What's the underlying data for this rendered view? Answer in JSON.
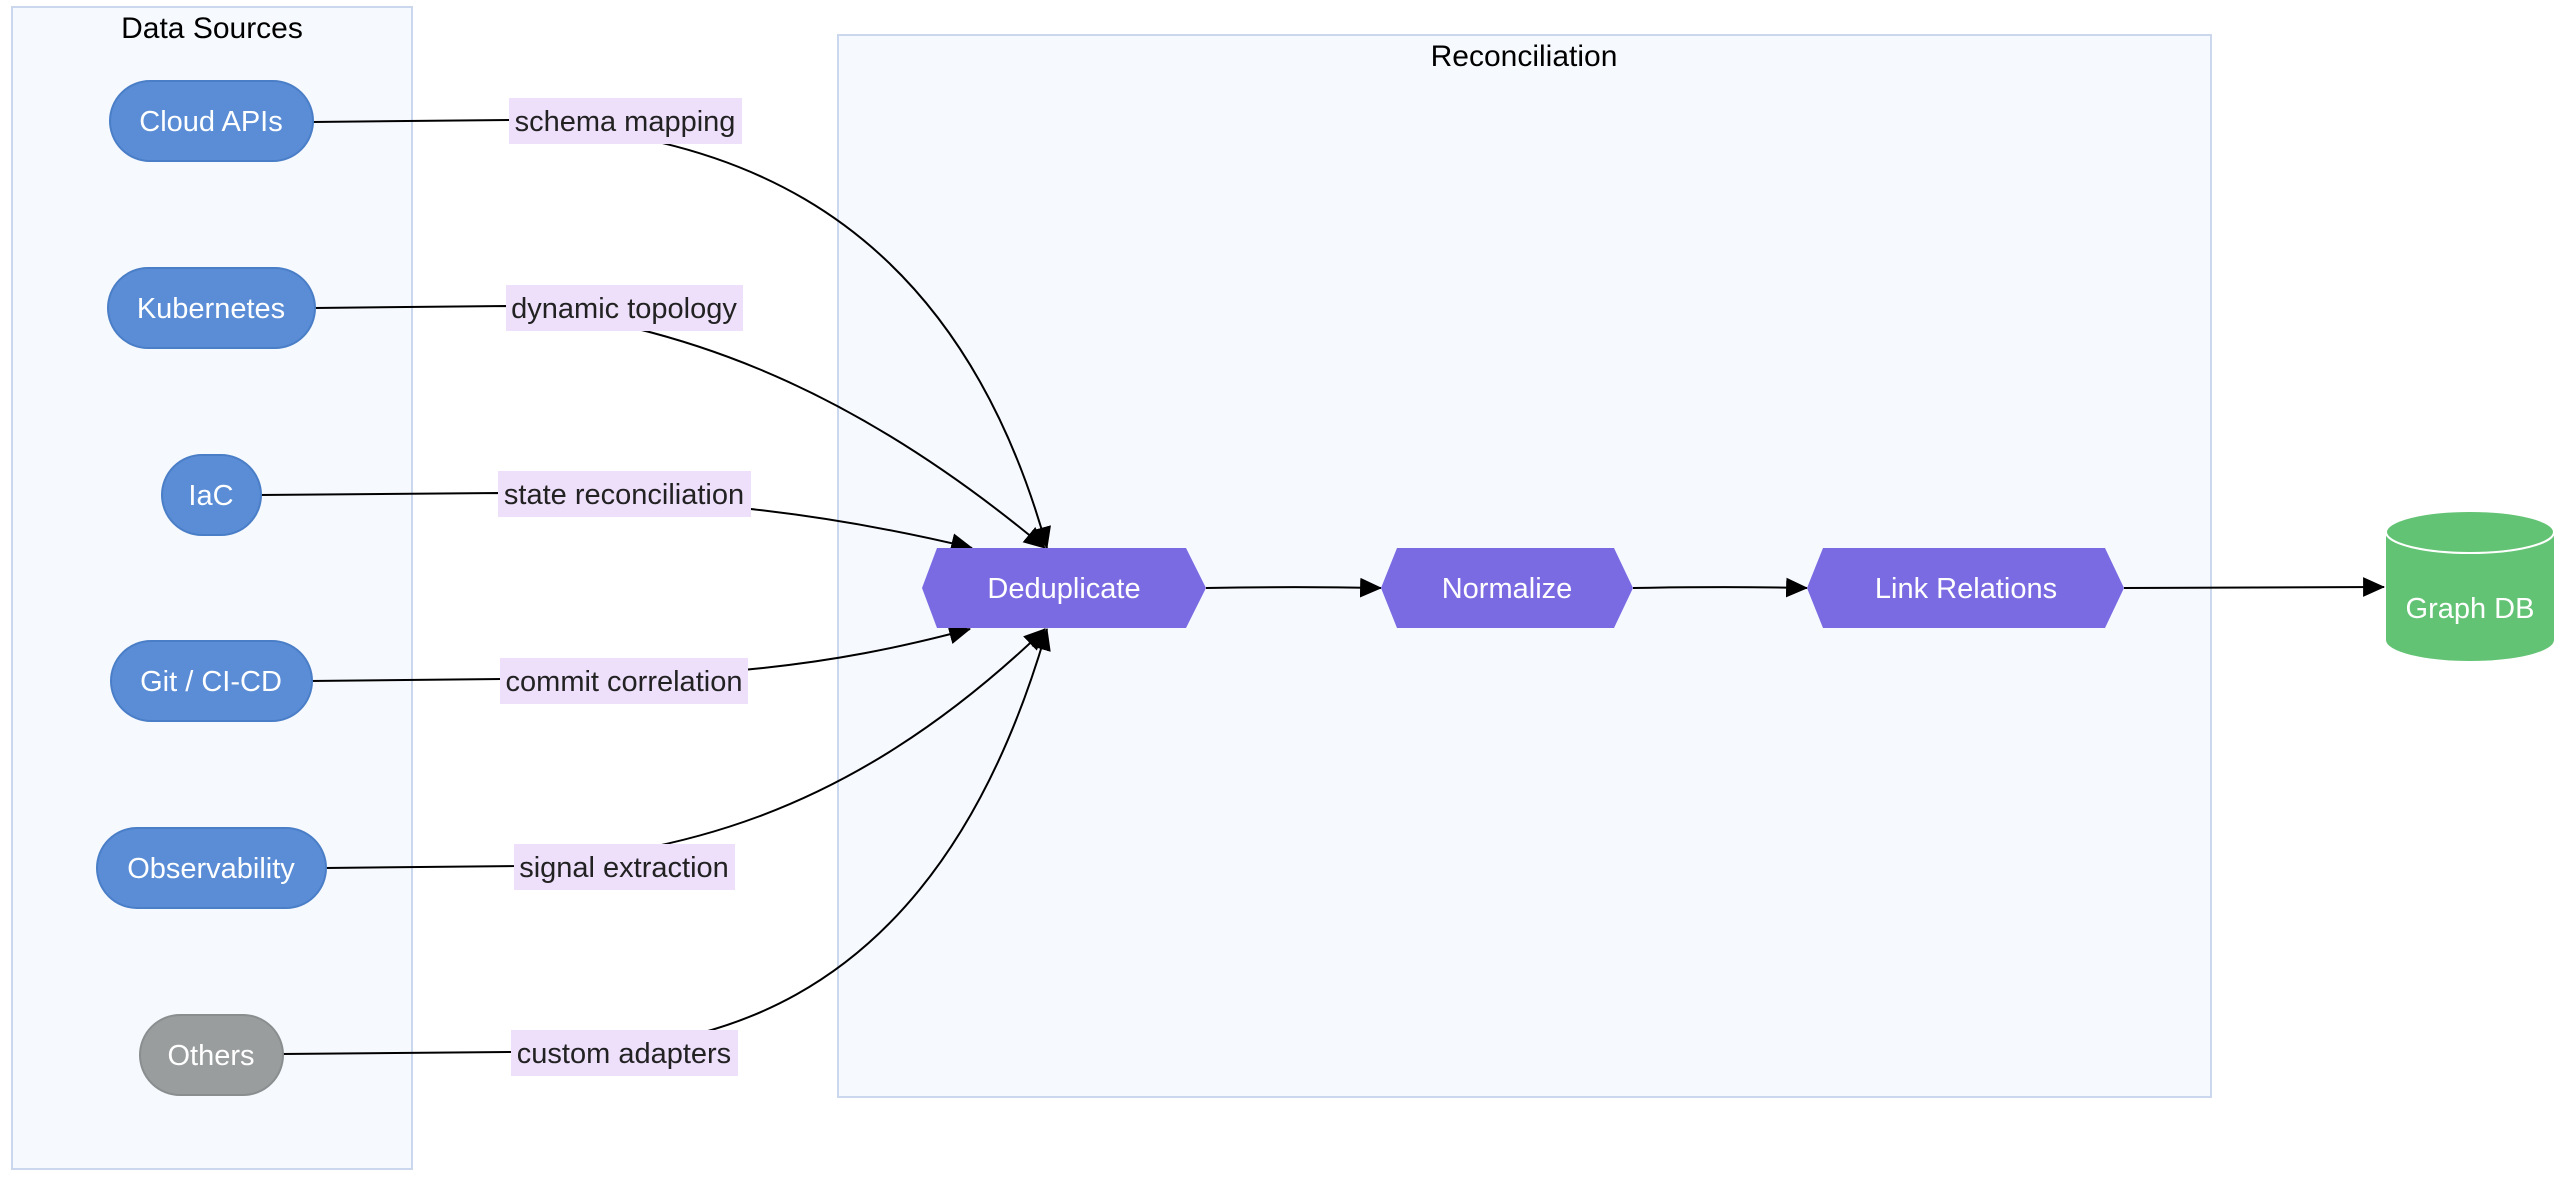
{
  "clusters": {
    "data_sources": {
      "title": "Data Sources"
    },
    "reconciliation": {
      "title": "Reconciliation"
    }
  },
  "sources": [
    {
      "id": "cloud-apis",
      "label": "Cloud APIs",
      "edge_label": "schema mapping",
      "color": "#5a8dd6"
    },
    {
      "id": "kubernetes",
      "label": "Kubernetes",
      "edge_label": "dynamic topology",
      "color": "#5a8dd6"
    },
    {
      "id": "iac",
      "label": "IaC",
      "edge_label": "state reconciliation",
      "color": "#5a8dd6"
    },
    {
      "id": "git-ci-cd",
      "label": "Git / CI-CD",
      "edge_label": "commit correlation",
      "color": "#5a8dd6"
    },
    {
      "id": "observability",
      "label": "Observability",
      "edge_label": "signal extraction",
      "color": "#5a8dd6"
    },
    {
      "id": "others",
      "label": "Others",
      "edge_label": "custom adapters",
      "color": "#999d9e"
    }
  ],
  "pipeline": [
    {
      "id": "deduplicate",
      "label": "Deduplicate"
    },
    {
      "id": "normalize",
      "label": "Normalize"
    },
    {
      "id": "link-relations",
      "label": "Link Relations"
    }
  ],
  "sink": {
    "id": "graph-db",
    "label": "Graph DB",
    "icon": "database-icon"
  },
  "colors": {
    "source_node": "#5a8dd6",
    "source_node_inactive": "#999d9e",
    "process_node": "#7b6be3",
    "database": "#63c374",
    "edge_label_bg": "#eedffb",
    "cluster_fill": "#f6f9fe",
    "cluster_border": "#cbd7ed",
    "edge": "#000000"
  }
}
